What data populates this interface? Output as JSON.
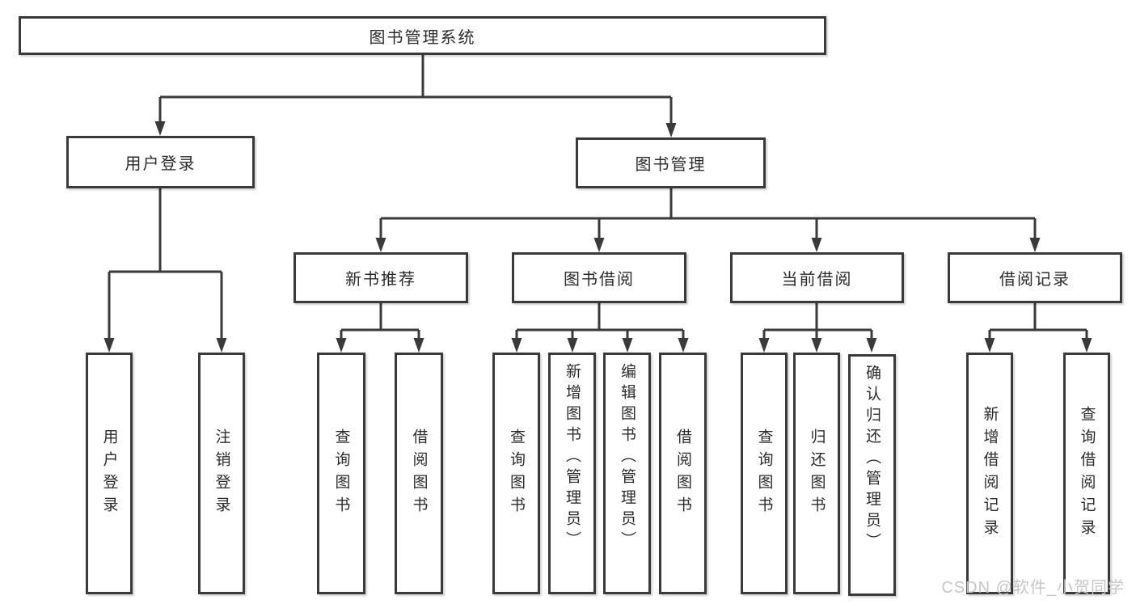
{
  "diagram": {
    "root": {
      "label": "图书管理系统"
    },
    "level2": {
      "user_login": {
        "label": "用户登录"
      },
      "book_management": {
        "label": "图书管理"
      }
    },
    "level3": {
      "new_book_recommend": {
        "label": "新书推荐"
      },
      "book_borrow": {
        "label": "图书借阅"
      },
      "current_borrow": {
        "label": "当前借阅"
      },
      "borrow_records": {
        "label": "借阅记录"
      }
    },
    "leaves": {
      "user_login_leaf": {
        "label": "用户登录"
      },
      "logout": {
        "label": "注销登录"
      },
      "nb_query_book": {
        "label": "查询图书"
      },
      "nb_borrow_book": {
        "label": "借阅图书"
      },
      "bb_query_book": {
        "label": "查询图书"
      },
      "bb_add_book": {
        "label": "新增图书（管理员）"
      },
      "bb_edit_book": {
        "label": "编辑图书（管理员）"
      },
      "bb_borrow_book": {
        "label": "借阅图书"
      },
      "cb_query_book": {
        "label": "查询图书"
      },
      "cb_return_book": {
        "label": "归还图书"
      },
      "cb_confirm_return": {
        "label": "确认归还（管理员）"
      },
      "br_add_record": {
        "label": "新增借阅记录"
      },
      "br_query_record": {
        "label": "查询借阅记录"
      }
    }
  },
  "watermark": {
    "text": "CSDN @软件_小贺同学"
  },
  "colors": {
    "line": "#3a3a3a",
    "box_border": "#3a3a3a",
    "text": "#2b2b2b",
    "watermark": "#c6c6c6",
    "background": "#ffffff"
  }
}
